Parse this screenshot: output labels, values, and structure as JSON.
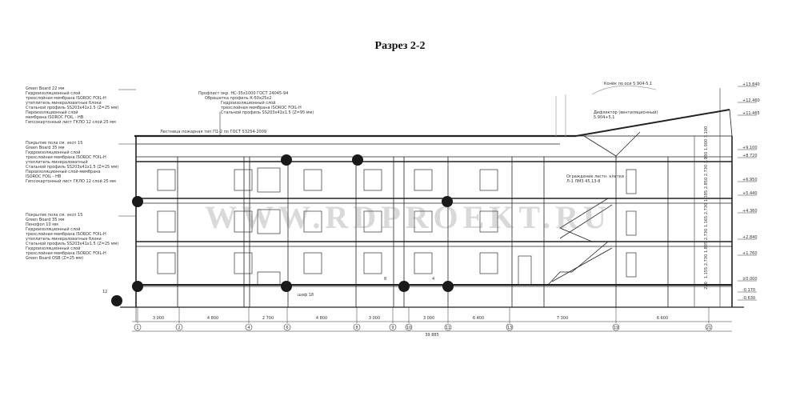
{
  "title": "Разрез 2-2",
  "watermark": "WWW.RDPROEKT.RU",
  "notes": {
    "wall_block": [
      "Green Board 22 мм",
      "Гидроизоляционный слой",
      "трехслойная мембрана ISOROC FOIL-H",
      "утеплитель минераловатные блоки",
      "Стальной профиль SS203x41x1.5 (Z=25 мм)",
      "Пароизоляционный слой",
      "мембрана ISOROC FOIL - HB",
      "Гипсокартонный лист ГКЛО 12 слой 25 мм"
    ],
    "floor_block": [
      "Покрытие пола см. эксп 15",
      "Green Board 35 мм",
      "Гидроизоляционный слой",
      "трехслойная мембрана ISOROC FOIL-H",
      "утеплитель минераловатный",
      "Стальной профиль SS203x41x1.5 (Z=25 мм)",
      "Пароизоляционный слой-мембрана",
      "ISOROC FOIL - HB",
      "Гипсокартонный лист ГКЛО 12 слой 25 мм"
    ],
    "base_block": [
      "Покрытие пола см. эксп 15",
      "Green Board 35 мм",
      "Пенофол 10 мм",
      "Гидроизоляционный слой",
      "трехслойная мембрана ISOROC FOIL-H",
      "утеплитель минераловатные блоки",
      "Стальной профиль SS203x41x1.5 (Z=25 мм)",
      "Гидроизоляционный слой",
      "трехслойная мембрана ISOROC FOIL-H",
      "Green Board OSB (Z=25 мм)"
    ],
    "roof_block": [
      "Профлист окр. НС-35x1000 ГОСТ 24045-94",
      "Обрешетка профиль К-50x25x2",
      "Гидроизоляционный слой",
      "трехслойная мембрана ISOROC FOIL-H",
      "Стальной профиль SS203x41x1.5 (Z=95 мм)"
    ],
    "stair_note": "Лестница пожарная тип П1-2 по ГОСТ 53254-2009",
    "stair_label_1": "Ограждение лестн. клетки",
    "stair_label_2": "Л-1 ЛМ3 45.13-8",
    "roof_slope": "Конёк по оси 5.904-5.1",
    "deflector": "Дефлектор (вентиляционный)",
    "deflector_mark": "5.904+5.1"
  },
  "levels_right": [
    "+13.840",
    "+12.460",
    "+11.465",
    "+9.100",
    "+8.720",
    "+6.950",
    "+5.440",
    "+4.360",
    "+2.840",
    "+1.760",
    "±0.000",
    "-0.170",
    "-0.630"
  ],
  "vertical_dims": [
    "3.100",
    "1.000",
    "3.930",
    "2.730",
    "2.850",
    "1.185",
    "2.730",
    "1.165",
    "2.730",
    "1.835",
    "2.730",
    "1.155",
    "270"
  ],
  "axes": [
    "1",
    "2",
    "4",
    "6",
    "8",
    "9",
    "10",
    "11",
    "13",
    "19",
    "21"
  ],
  "spans": [
    "3 000",
    "4 800",
    "2 700",
    "4 800",
    "3 000",
    "3 000",
    "6 400",
    "7 300",
    "6 600"
  ],
  "overall_dim": "39 885",
  "small_marks": [
    "12",
    "шиф 18",
    "8",
    "4"
  ]
}
